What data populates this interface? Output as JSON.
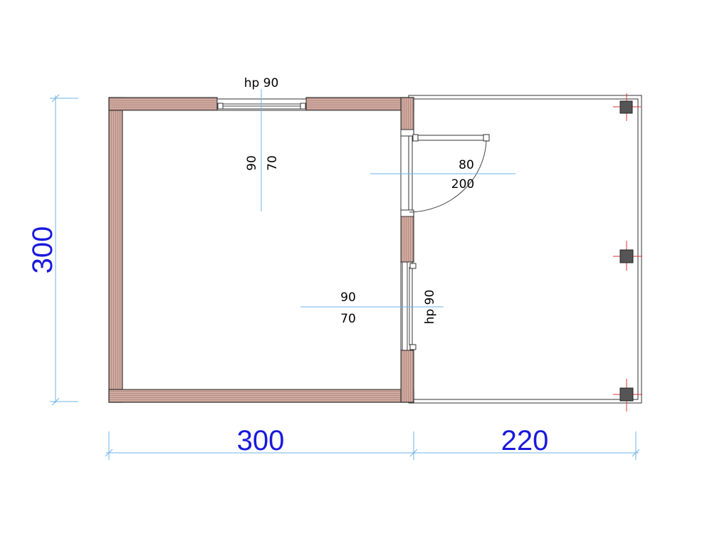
{
  "dimensions": {
    "height_total": "300",
    "width_room": "300",
    "width_terrace": "220"
  },
  "openings": {
    "top_window": {
      "sill": "hp 90",
      "width": "90",
      "height": "70"
    },
    "door": {
      "width": "80",
      "height": "200"
    },
    "right_window": {
      "width": "90",
      "height": "70",
      "sill": "hp 90"
    }
  },
  "colors": {
    "wall_fill": "#d2aaa0",
    "dimension_text": "#1a1adc",
    "dimension_line": "#6fb3e8",
    "column": "#555555",
    "grid_marker": "#e03030"
  }
}
